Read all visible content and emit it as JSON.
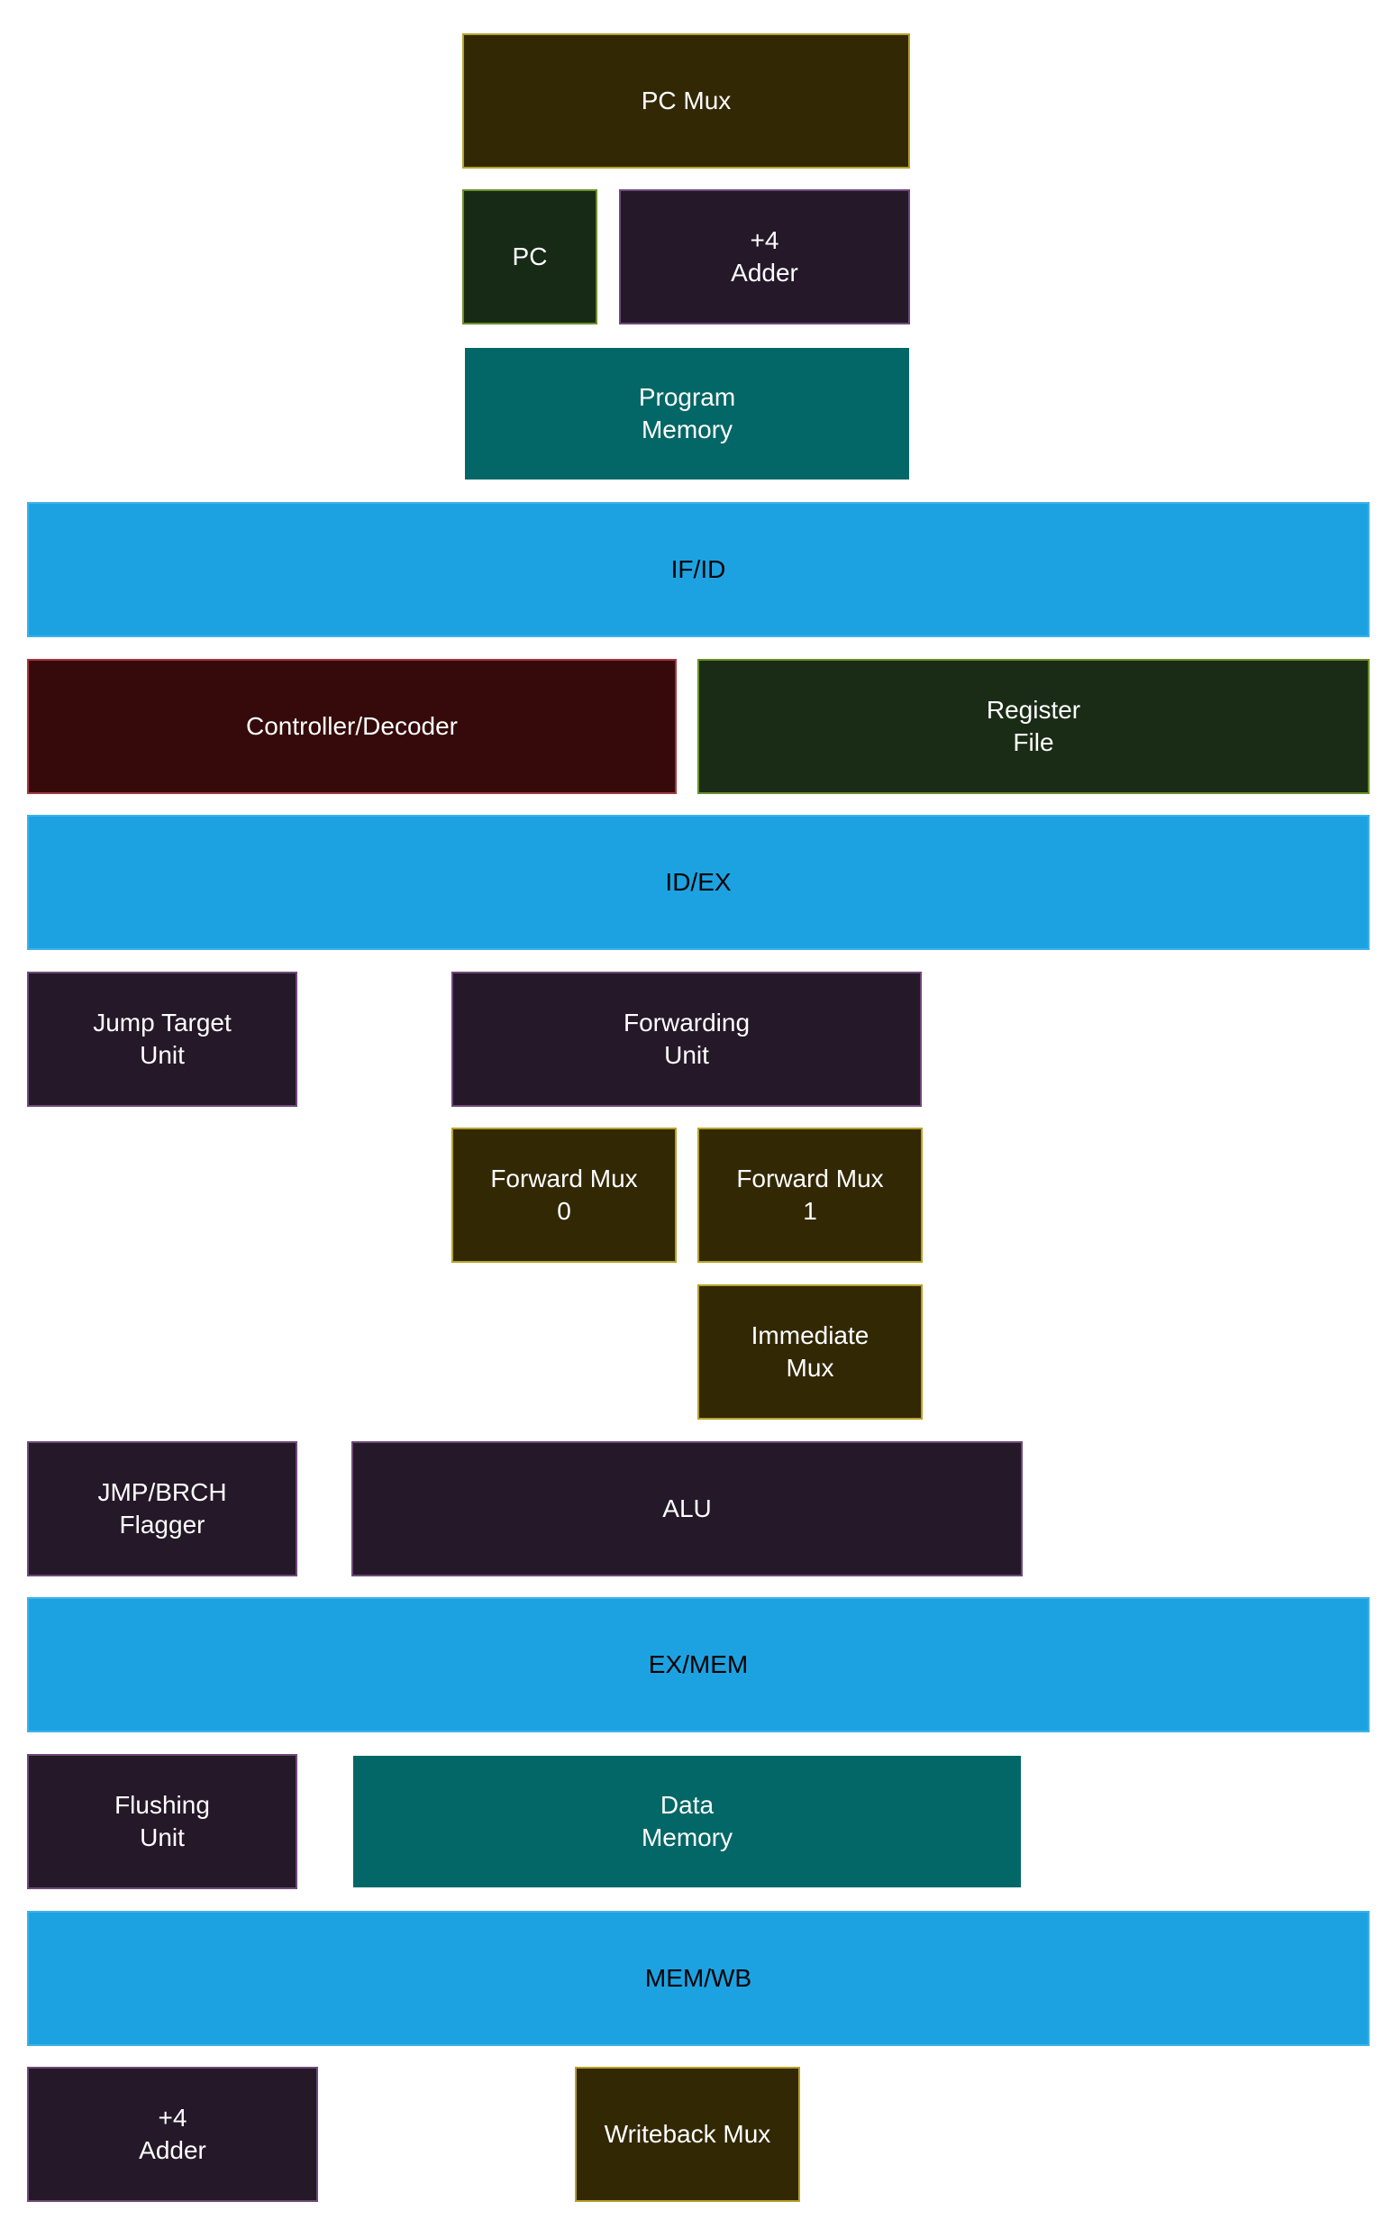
{
  "blocks": {
    "pc_mux": "PC Mux",
    "pc": "PC",
    "adder_fetch": "+4\nAdder",
    "program_memory": "Program\nMemory",
    "if_id": "IF/ID",
    "controller_decoder": "Controller/Decoder",
    "register_file": "Register\nFile",
    "id_ex": "ID/EX",
    "jump_target_unit": "Jump Target\nUnit",
    "forwarding_unit": "Forwarding\nUnit",
    "forward_mux_0": "Forward Mux\n0",
    "forward_mux_1": "Forward Mux\n1",
    "immediate_mux": "Immediate\nMux",
    "jmp_brch_flagger": "JMP/BRCH\nFlagger",
    "alu": "ALU",
    "ex_mem": "EX/MEM",
    "flushing_unit": "Flushing\nUnit",
    "data_memory": "Data\nMemory",
    "mem_wb": "MEM/WB",
    "adder_wb": "+4\nAdder",
    "writeback_mux": "Writeback Mux"
  },
  "colors": {
    "mux_fill": "#332804",
    "unit_fill": "#241829",
    "memory_fill": "#026766",
    "pc_fill": "#172a15",
    "register_fill": "#1b2c16",
    "controller_fill": "#360a0a",
    "stage_register_fill": "#1da2e1"
  }
}
